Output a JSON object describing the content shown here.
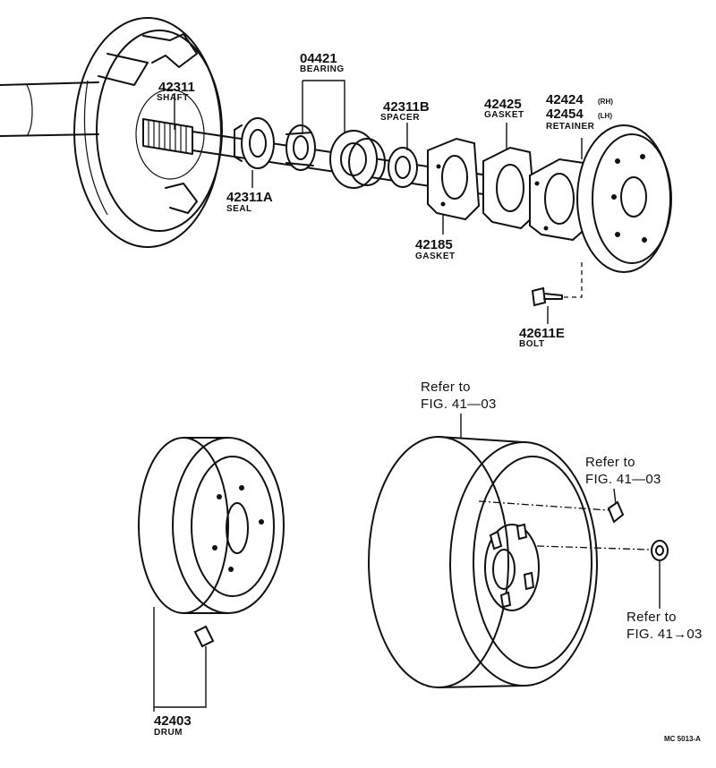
{
  "parts": [
    {
      "number": "42311",
      "name": "SHAFT"
    },
    {
      "number": "04421",
      "name": "BEARING"
    },
    {
      "number": "42311B",
      "name": "SPACER"
    },
    {
      "number": "42425",
      "name": "GASKET"
    },
    {
      "number": "42424",
      "side": "(RH)"
    },
    {
      "number": "42454",
      "side": "(LH)",
      "name": "RETAINER"
    },
    {
      "number": "42311A",
      "name": "SEAL"
    },
    {
      "number": "42185",
      "name": "GASKET"
    },
    {
      "number": "42611E",
      "name": "BOLT"
    },
    {
      "number": "42403",
      "name": "DRUM"
    }
  ],
  "references": [
    {
      "line1": "Refer to",
      "line2": "FIG. 41—03"
    },
    {
      "line1": "Refer to",
      "line2": "FIG. 41—03"
    },
    {
      "line1": "Refer to",
      "line2": "FIG. 41→03"
    }
  ],
  "figure_code": "MC 5013-A"
}
